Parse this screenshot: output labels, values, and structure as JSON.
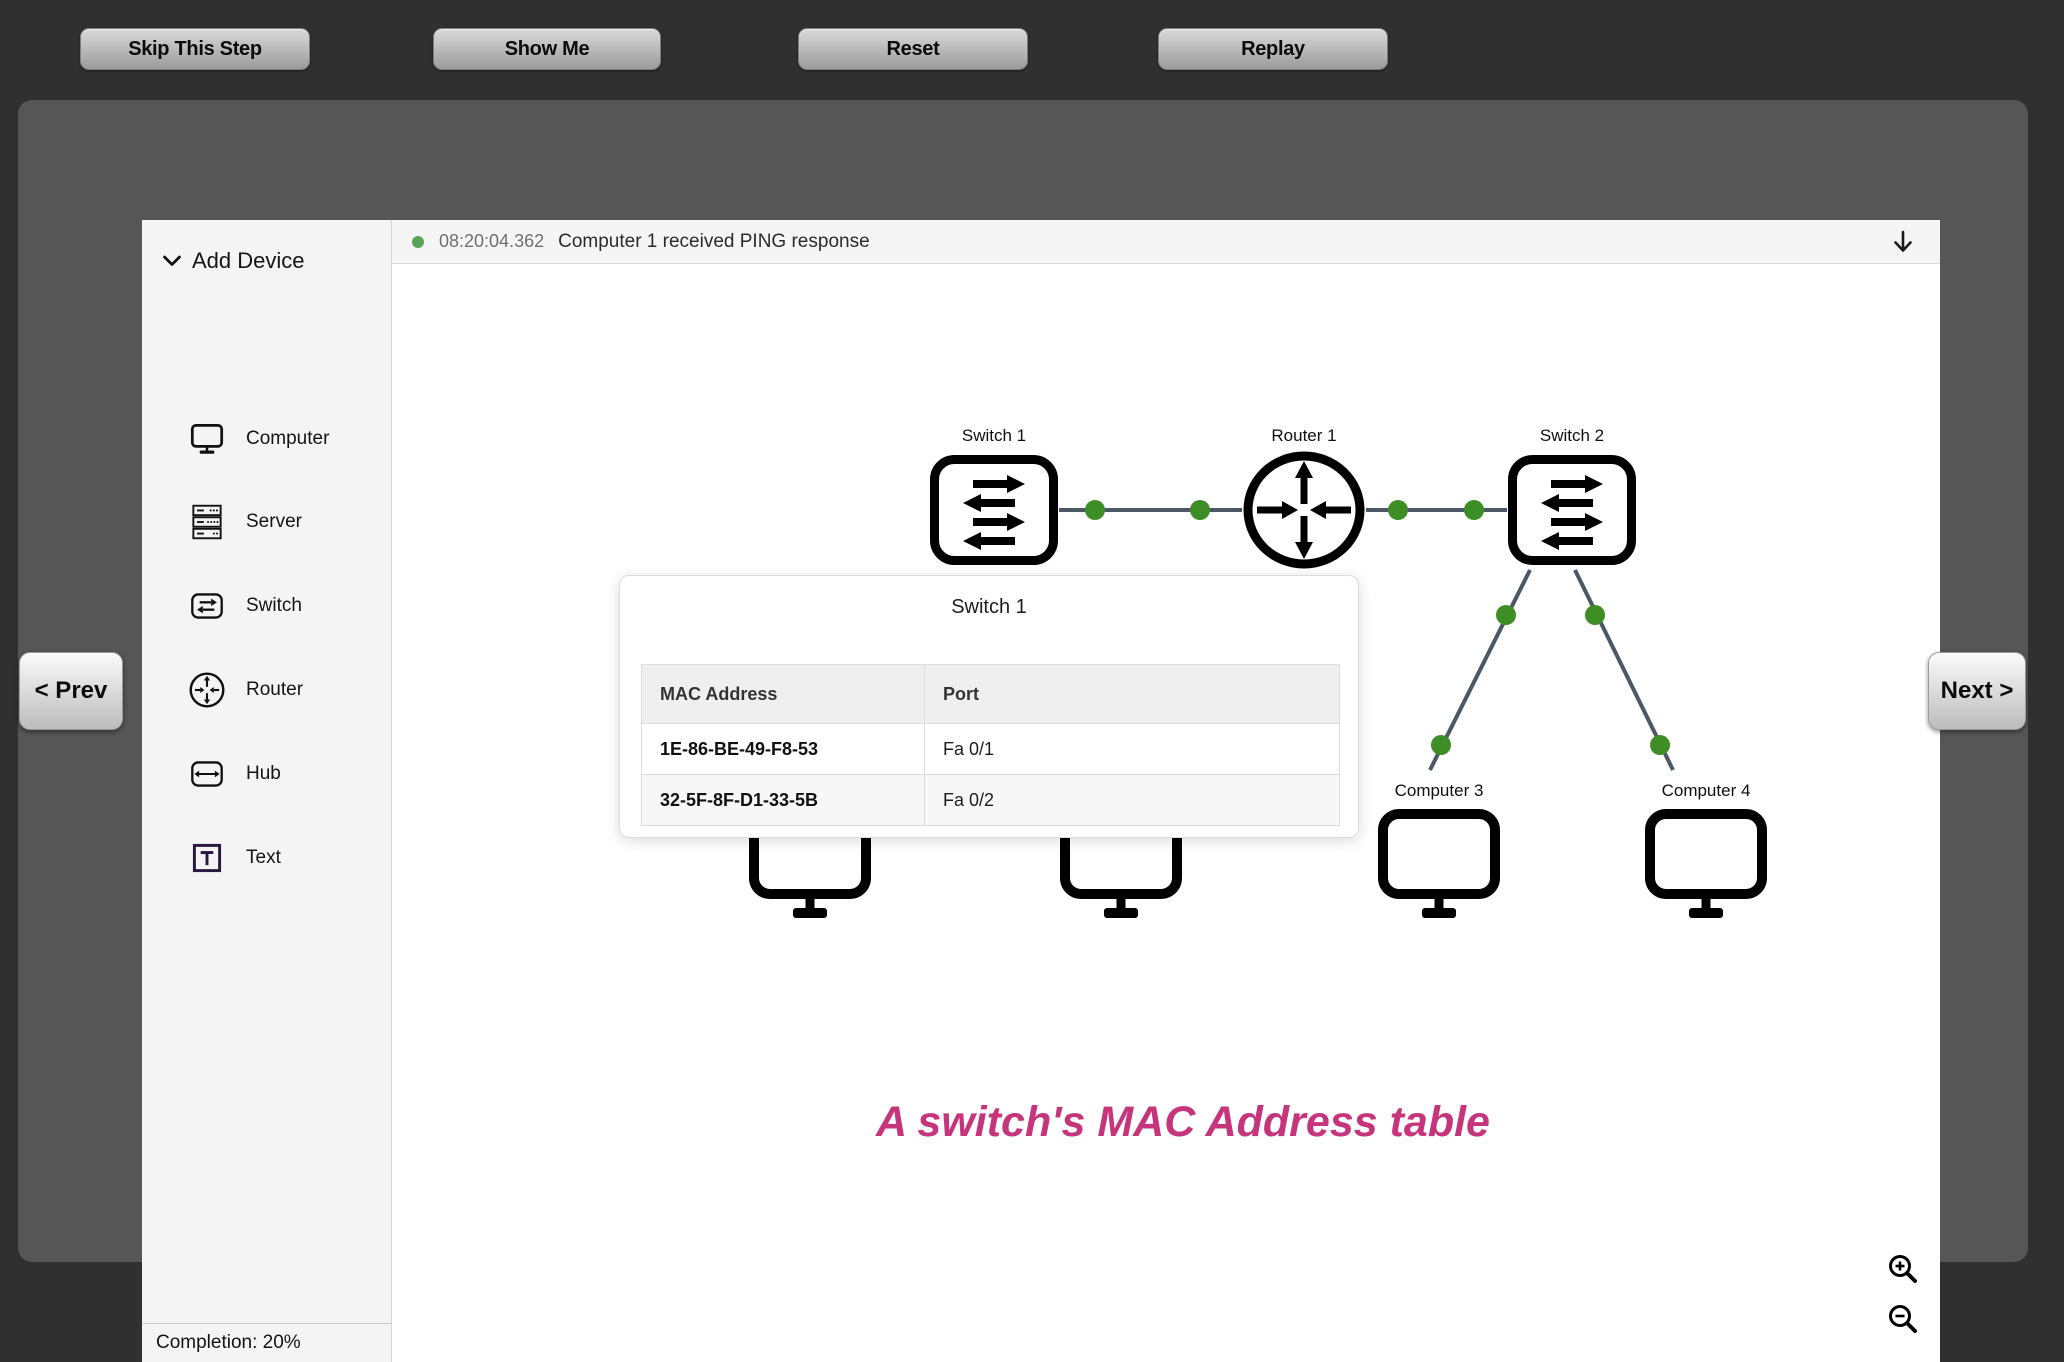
{
  "toolbar": {
    "buttons": [
      "Skip This Step",
      "Show Me",
      "Reset",
      "Replay"
    ]
  },
  "sidebar": {
    "header": "Add Device",
    "items": [
      {
        "label": "Computer",
        "icon": "computer-icon"
      },
      {
        "label": "Server",
        "icon": "server-icon"
      },
      {
        "label": "Switch",
        "icon": "switch-icon"
      },
      {
        "label": "Router",
        "icon": "router-icon"
      },
      {
        "label": "Hub",
        "icon": "hub-icon"
      },
      {
        "label": "Text",
        "icon": "text-icon"
      }
    ],
    "completion": "Completion: 20%"
  },
  "statusbar": {
    "timestamp": "08:20:04.362",
    "message": "Computer 1 received PING response",
    "dot_color": "#57a457"
  },
  "nav": {
    "prev": "< Prev",
    "next": "Next >"
  },
  "topology": {
    "devices": [
      {
        "name": "Switch 1",
        "type": "switch"
      },
      {
        "name": "Router 1",
        "type": "router"
      },
      {
        "name": "Switch 2",
        "type": "switch"
      },
      {
        "name": "Computer 3",
        "type": "computer"
      },
      {
        "name": "Computer 4",
        "type": "computer"
      }
    ],
    "link_color": "#4c5866",
    "port_dot_color": "#3e8e26"
  },
  "popup": {
    "title": "Switch 1",
    "table": {
      "headers": [
        "MAC Address",
        "Port"
      ],
      "rows": [
        [
          "1E-86-BE-49-F8-53",
          "Fa 0/1"
        ],
        [
          "32-5F-8F-D1-33-5B",
          "Fa 0/2"
        ]
      ]
    }
  },
  "caption": {
    "text": "A switch's MAC Address table",
    "color": "#c6347b"
  }
}
